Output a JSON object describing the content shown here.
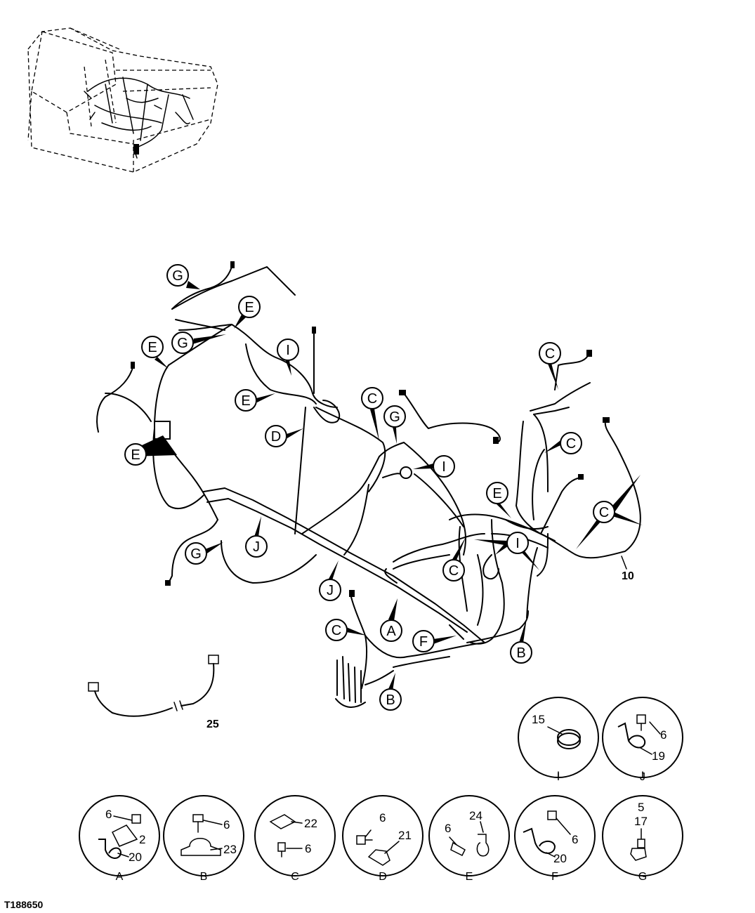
{
  "figure_id": "T188650",
  "harness_item": "10",
  "extension_item": "25",
  "callouts": [
    {
      "id": "g1",
      "letter": "G"
    },
    {
      "id": "e1",
      "letter": "E"
    },
    {
      "id": "g2",
      "letter": "G"
    },
    {
      "id": "e2",
      "letter": "E"
    },
    {
      "id": "i1",
      "letter": "I"
    },
    {
      "id": "e3",
      "letter": "E"
    },
    {
      "id": "d1",
      "letter": "D"
    },
    {
      "id": "c1",
      "letter": "C"
    },
    {
      "id": "g3",
      "letter": "G"
    },
    {
      "id": "c2",
      "letter": "C"
    },
    {
      "id": "c3",
      "letter": "C"
    },
    {
      "id": "e4",
      "letter": "E"
    },
    {
      "id": "i2",
      "letter": "I"
    },
    {
      "id": "e5",
      "letter": "E"
    },
    {
      "id": "c4",
      "letter": "C"
    },
    {
      "id": "g4",
      "letter": "G"
    },
    {
      "id": "j1",
      "letter": "J"
    },
    {
      "id": "j2",
      "letter": "J"
    },
    {
      "id": "c5",
      "letter": "C"
    },
    {
      "id": "i3",
      "letter": "I"
    },
    {
      "id": "c6",
      "letter": "C"
    },
    {
      "id": "a1",
      "letter": "A"
    },
    {
      "id": "f1",
      "letter": "F"
    },
    {
      "id": "b1",
      "letter": "B"
    },
    {
      "id": "b2",
      "letter": "B"
    }
  ],
  "details": [
    {
      "letter": "I",
      "parts": [
        "15"
      ]
    },
    {
      "letter": "J",
      "parts": [
        "6",
        "19"
      ]
    },
    {
      "letter": "A",
      "parts": [
        "6",
        "2",
        "20"
      ]
    },
    {
      "letter": "B",
      "parts": [
        "6",
        "23"
      ]
    },
    {
      "letter": "C",
      "parts": [
        "22",
        "6"
      ]
    },
    {
      "letter": "D",
      "parts": [
        "6",
        "21"
      ]
    },
    {
      "letter": "E",
      "parts": [
        "24",
        "6"
      ]
    },
    {
      "letter": "F",
      "parts": [
        "6",
        "20"
      ]
    },
    {
      "letter": "G",
      "parts": [
        "5",
        "17"
      ]
    }
  ]
}
